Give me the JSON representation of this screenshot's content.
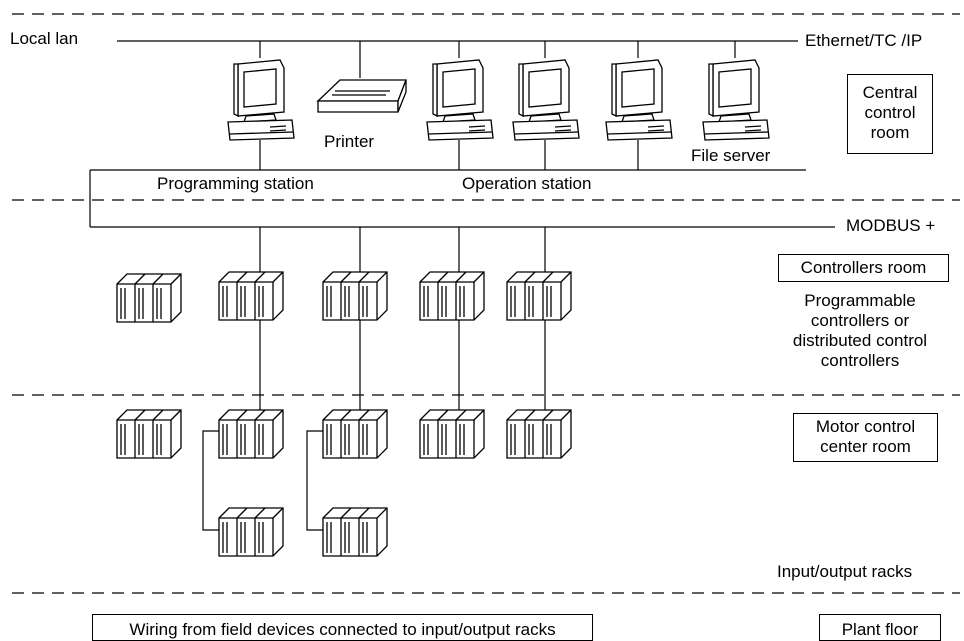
{
  "network": {
    "local_lan": "Local lan",
    "ethernet": "Ethernet/TC  /IP",
    "modbus": "MODBUS +"
  },
  "devices": {
    "printer": "Printer",
    "file_server": "File server",
    "programming_station": "Programming station",
    "operation_station": "Operation station"
  },
  "zones": {
    "central_control_room": [
      "Central",
      "control",
      "room"
    ],
    "controllers_room": "Controllers room",
    "plc_description": [
      "Programmable",
      "controllers or",
      "distributed control",
      "controllers"
    ],
    "motor_control_center_room": [
      "Motor control",
      "center room"
    ],
    "io_racks": "Input/output racks",
    "plant_floor": "Plant floor",
    "field_wiring": "Wiring from field devices connected to input/output racks"
  }
}
